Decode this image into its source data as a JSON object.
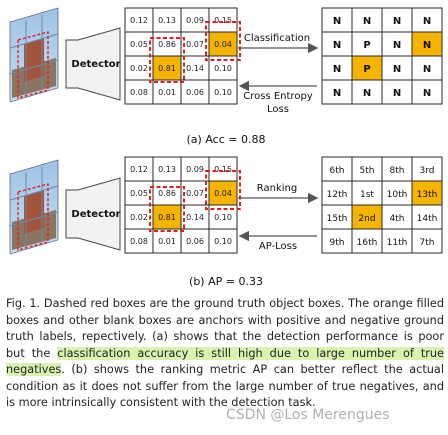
{
  "panel_a": {
    "detector_label": "Detector",
    "score_grid": [
      [
        "0.12",
        "0.13",
        "0.09",
        "0.15"
      ],
      [
        "0.05",
        "0.86",
        "0.07",
        "0.04"
      ],
      [
        "0.02",
        "0.81",
        "0.14",
        "0.10"
      ],
      [
        "0.08",
        "0.01",
        "0.06",
        "0.10"
      ]
    ],
    "top_arrow_label": "Classification",
    "bottom_arrow_label": "Cross Entropy",
    "bottom_arrow_label_2": "Loss",
    "label_grid": [
      [
        "N",
        "N",
        "N",
        "N"
      ],
      [
        "N",
        "P",
        "N",
        "N"
      ],
      [
        "N",
        "P",
        "N",
        "N"
      ],
      [
        "N",
        "N",
        "N",
        "N"
      ]
    ],
    "caption": "(a) Acc = 0.88"
  },
  "panel_b": {
    "detector_label": "Detector",
    "score_grid": [
      [
        "0.12",
        "0.13",
        "0.09",
        "0.15"
      ],
      [
        "0.05",
        "0.86",
        "0.07",
        "0.04"
      ],
      [
        "0.02",
        "0.81",
        "0.14",
        "0.10"
      ],
      [
        "0.08",
        "0.01",
        "0.06",
        "0.10"
      ]
    ],
    "top_arrow_label": "Ranking",
    "bottom_arrow_label": "AP-Loss",
    "rank_grid": [
      [
        "6th",
        "5th",
        "8th",
        "3rd"
      ],
      [
        "12th",
        "1st",
        "10th",
        "13th"
      ],
      [
        "15th",
        "2nd",
        "4th",
        "14th"
      ],
      [
        "9th",
        "16th",
        "11th",
        "7th"
      ]
    ],
    "caption": "(b) AP = 0.33"
  },
  "colors": {
    "positive_fill": "#f5b400",
    "dashed_box": "#e02020",
    "grid_line": "#2a2a2a",
    "highlight": "#d9f2b0"
  },
  "caption": {
    "part1": "Fig. 1. Dashed red boxes are the ground truth object boxes. The orange filled boxes and other blank boxes are anchors with positive and negative ground truth labels, repectively. (a) shows that the detection performance is poor but the ",
    "highlight": "classification accuracy is still high due to large number of true negatives",
    "part2": ". (b) shows the ranking metric AP can better reflect the actual condition as it does not suffer from the large number of true negatives, and is more intrinsically consistent with the detection task."
  },
  "watermark": "CSDN @Los Merengues"
}
